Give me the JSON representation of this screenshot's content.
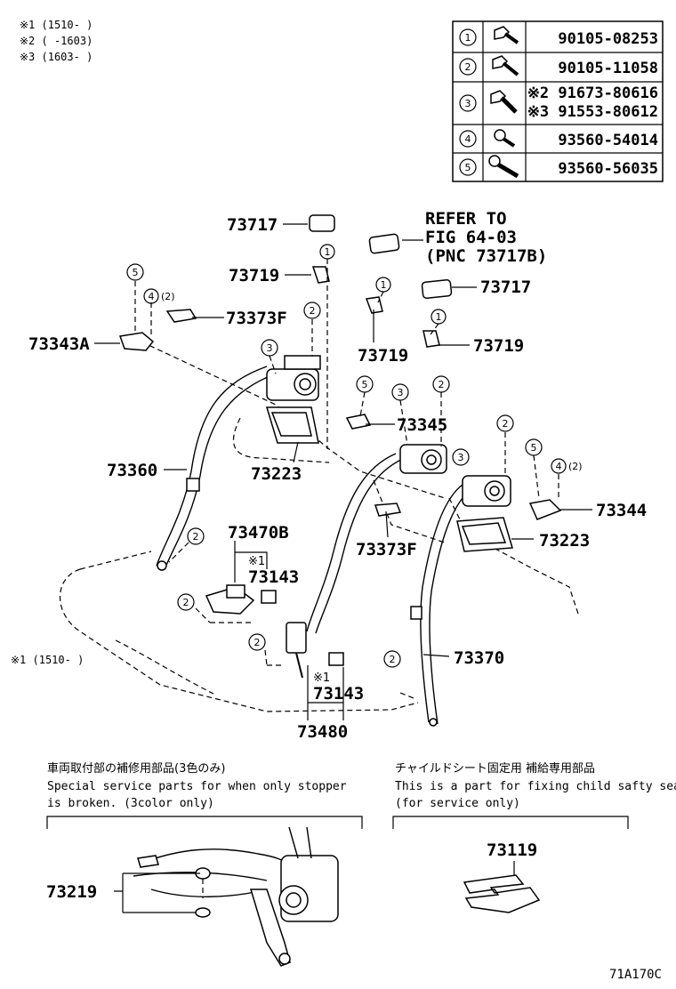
{
  "notes_top": [
    "※1 (1510-     )",
    "※2 (     -1603)",
    "※3 (1603-     )"
  ],
  "bolt_table": [
    {
      "num": "1",
      "parts": [
        "90105-08253"
      ]
    },
    {
      "num": "2",
      "parts": [
        "90105-11058"
      ]
    },
    {
      "num": "3",
      "parts": [
        "※2 91673-80616",
        "※3 91553-80612"
      ]
    },
    {
      "num": "4",
      "parts": [
        "93560-54014"
      ]
    },
    {
      "num": "5",
      "parts": [
        "93560-56035"
      ]
    }
  ],
  "refer": {
    "line1": "REFER TO",
    "line2": "FIG 64-03",
    "line3": "(PNC 73717B)"
  },
  "labels": {
    "p73717a": "73717",
    "p73719a": "73719",
    "p73373Fa": "73373F",
    "p73343A": "73343A",
    "p73717b": "73717",
    "p73719b": "73719",
    "p73719c": "73719",
    "p73345": "73345",
    "p73360": "73360",
    "p73223a": "73223",
    "p73470B": "73470B",
    "p73143a": "73143",
    "p73373Fb": "73373F",
    "p73344": "73344",
    "p73223b": "73223",
    "p73370": "73370",
    "p73143b": "73143",
    "p73480": "73480",
    "p73219": "73219",
    "p73119": "73119"
  },
  "marks": {
    "k1a": "※1",
    "k1b": "※1",
    "four_x2_a": "(2)",
    "four_x2_b": "(2)"
  },
  "note_left": "※1 (1510-      )",
  "bottom_left": {
    "jp": "車両取付部の補修用部品(3色のみ)",
    "en1": "Special service parts for when only stopper",
    "en2": "is broken. (3color only)"
  },
  "bottom_right": {
    "jp": "チャイルドシート固定用 補給専用部品",
    "en1": "This is a part for fixing child safty seat",
    "en2": "(for service only)"
  },
  "figure_id": "71A170C"
}
